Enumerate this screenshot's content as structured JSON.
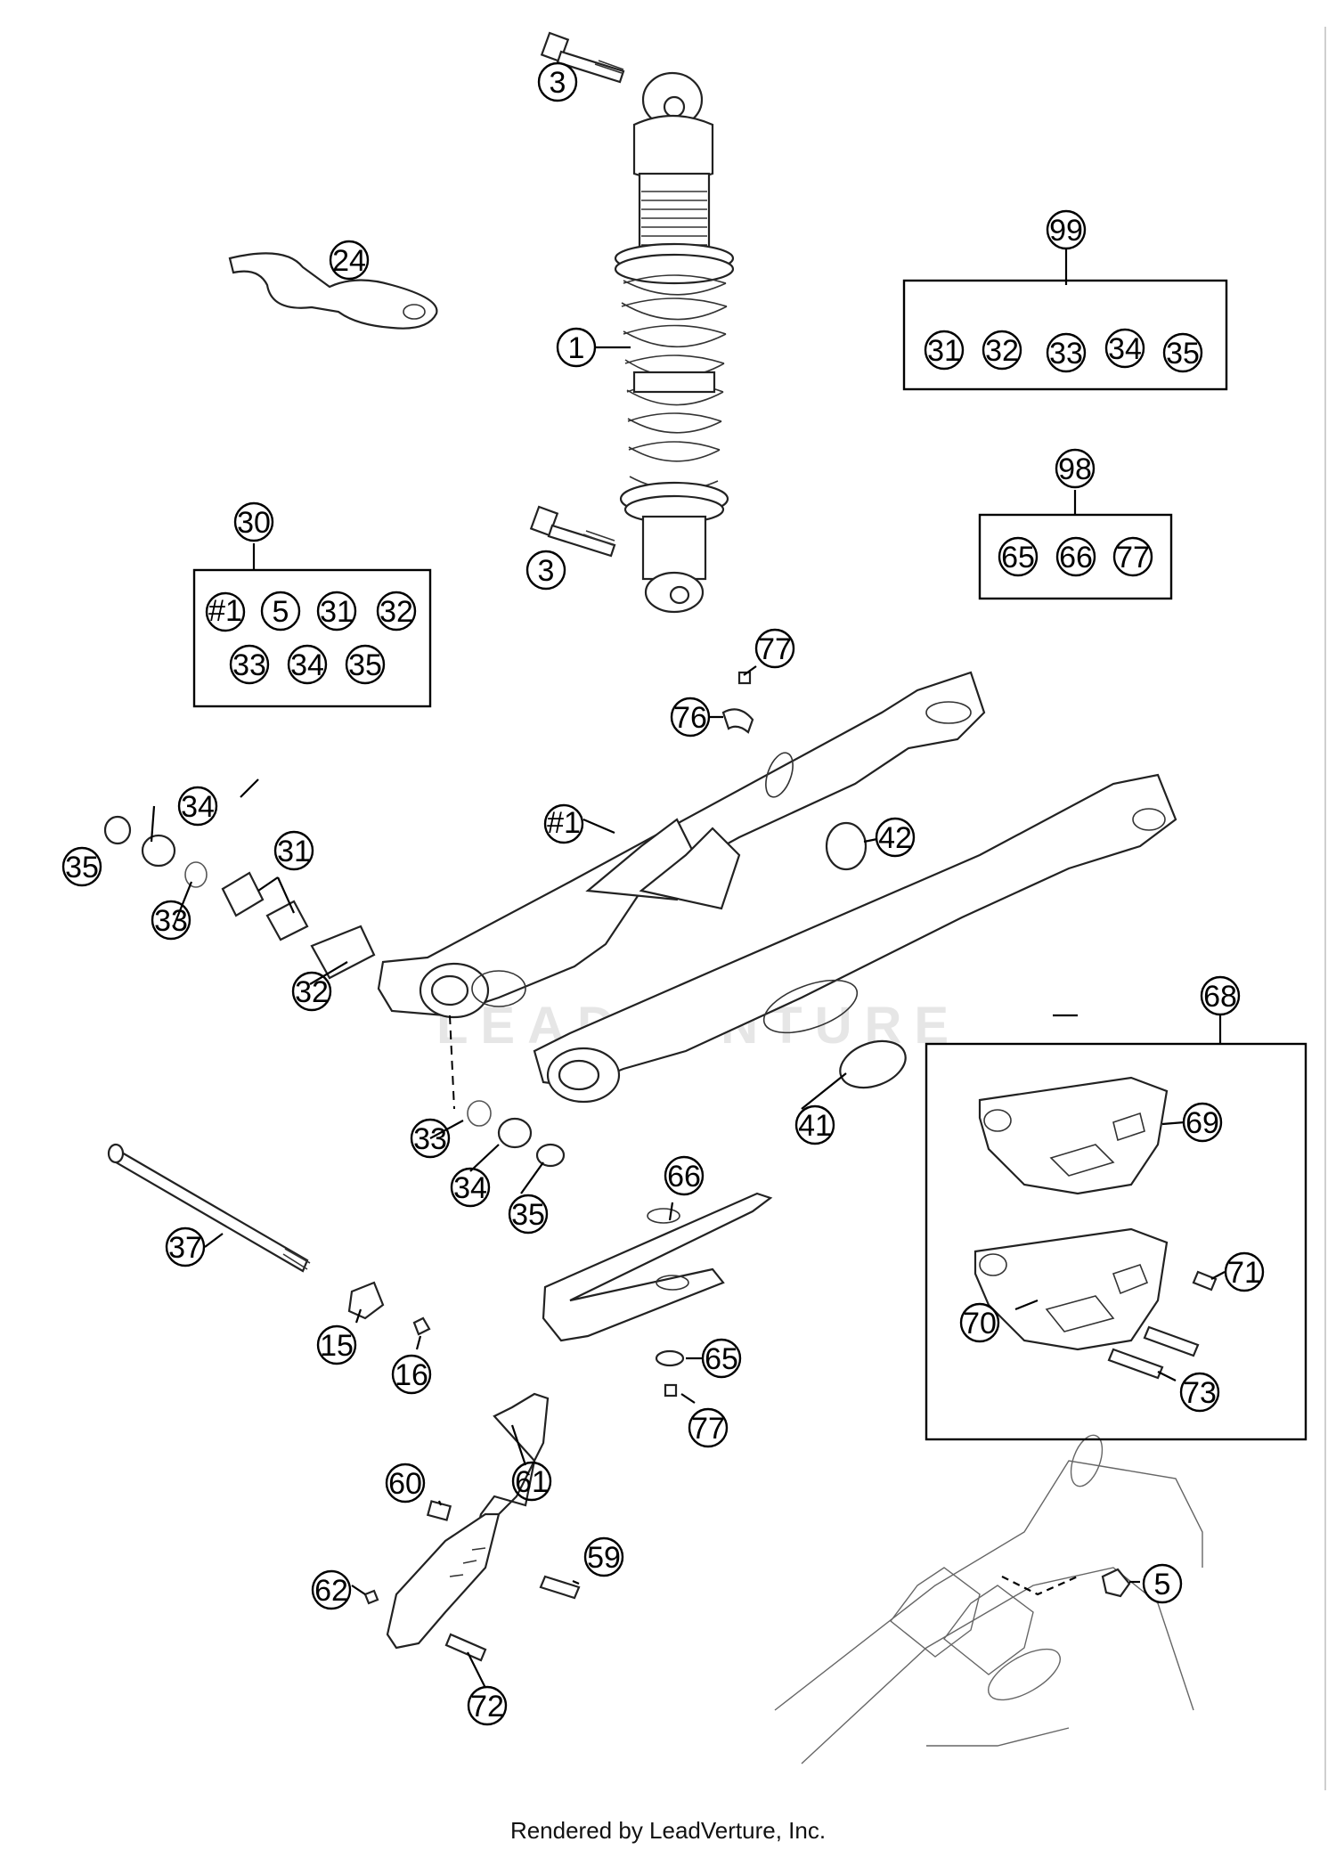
{
  "footer": "Rendered by LeadVerture, Inc.",
  "watermark": "LEADVENTURE",
  "callouts": {
    "c3a": "3",
    "c1": "1",
    "c24": "24",
    "c3b": "3",
    "c99": "99",
    "c99_31": "31",
    "c99_32": "32",
    "c99_33": "33",
    "c99_34": "34",
    "c99_35": "35",
    "c98": "98",
    "c98_65": "65",
    "c98_66": "66",
    "c98_77": "77",
    "c30": "30",
    "c30_h1": "#1",
    "c30_5": "5",
    "c30_31": "31",
    "c30_32": "32",
    "c30_33": "33",
    "c30_34": "34",
    "c30_35": "35",
    "c77a": "77",
    "c76": "76",
    "h1": "#1",
    "c42": "42",
    "c34a": "34",
    "c35a": "35",
    "c31": "31",
    "c33a": "33",
    "c32": "32",
    "c68": "68",
    "c69": "69",
    "c71": "71",
    "c70": "70",
    "c73": "73",
    "c41": "41",
    "c33b": "33",
    "c34b": "34",
    "c35b": "35",
    "c66": "66",
    "c65": "65",
    "c77b": "77",
    "c37": "37",
    "c15": "15",
    "c16": "16",
    "c60": "60",
    "c61": "61",
    "c59": "59",
    "c62": "62",
    "c72": "72",
    "c5": "5"
  }
}
